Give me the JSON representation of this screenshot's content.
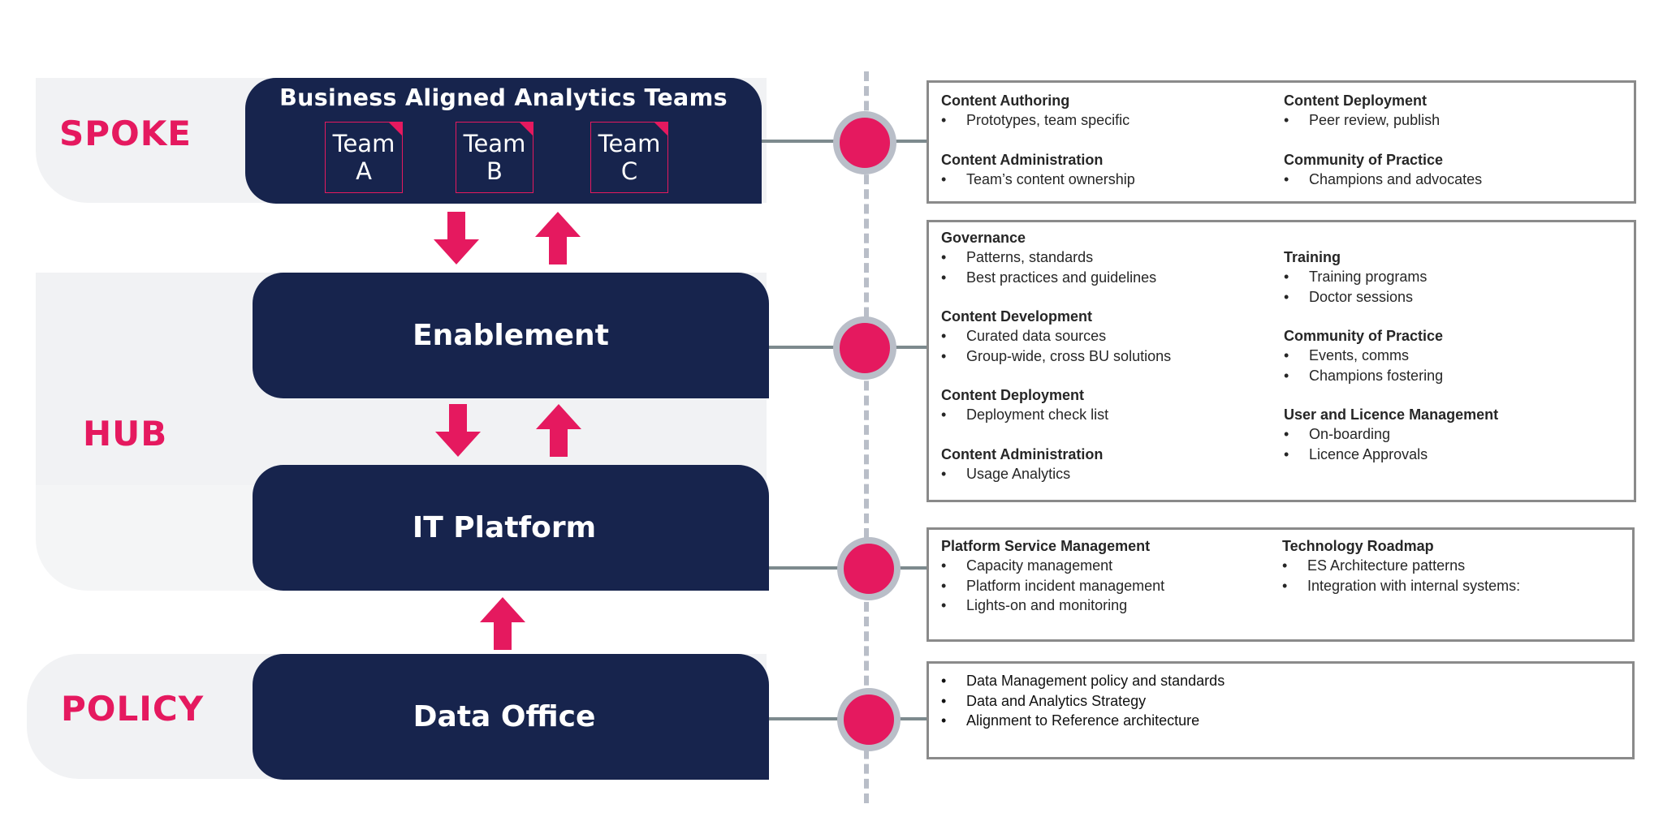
{
  "layers": {
    "spoke": "SPOKE",
    "hub": "HUB",
    "policy": "POLICY"
  },
  "boxes": {
    "business_teams": "Business Aligned Analytics Teams",
    "enablement": "Enablement",
    "it_platform": "IT Platform",
    "data_office": "Data Office"
  },
  "teams": [
    {
      "line1": "Team",
      "line2": "A"
    },
    {
      "line1": "Team",
      "line2": "B"
    },
    {
      "line1": "Team",
      "line2": "C"
    }
  ],
  "panels": {
    "spoke": {
      "left": [
        {
          "heading": "Content Authoring",
          "items": [
            "Prototypes, team specific"
          ]
        },
        {
          "heading": "Content Administration",
          "items": [
            "Team’s content ownership"
          ]
        }
      ],
      "right": [
        {
          "heading": "Content Deployment",
          "items": [
            "Peer review, publish"
          ]
        },
        {
          "heading": "Community of Practice",
          "items": [
            "Champions and advocates"
          ]
        }
      ]
    },
    "enablement": {
      "left": [
        {
          "heading": "Governance",
          "items": [
            "Patterns, standards",
            "Best practices and guidelines"
          ]
        },
        {
          "heading": "Content Development",
          "items": [
            "Curated data sources",
            "Group-wide, cross BU solutions"
          ]
        },
        {
          "heading": "Content Deployment",
          "items": [
            "Deployment check list"
          ]
        },
        {
          "heading": "Content Administration",
          "items": [
            "Usage Analytics"
          ]
        }
      ],
      "right": [
        {
          "heading": "Training",
          "items": [
            "Training programs",
            "Doctor sessions"
          ]
        },
        {
          "heading": "Community of Practice",
          "items": [
            "Events, comms",
            "Champions fostering"
          ]
        },
        {
          "heading": "User and Licence Management",
          "items": [
            "On-boarding",
            "Licence Approvals"
          ]
        }
      ]
    },
    "platform": {
      "left": [
        {
          "heading": "Platform Service Management",
          "items": [
            "Capacity management",
            "Platform incident management",
            "Lights-on and monitoring"
          ]
        }
      ],
      "right": [
        {
          "heading": "Technology Roadmap",
          "items": [
            "ES Architecture patterns",
            "Integration with internal systems:"
          ]
        }
      ]
    },
    "policy": {
      "items": [
        "Data Management policy and standards",
        "Data and Analytics Strategy",
        "Alignment to Reference architecture"
      ]
    }
  },
  "colors": {
    "navy": "#17244d",
    "accent": "#e5195f",
    "layer_bg": "#f1f2f4",
    "timeline": "#b9bec8"
  }
}
